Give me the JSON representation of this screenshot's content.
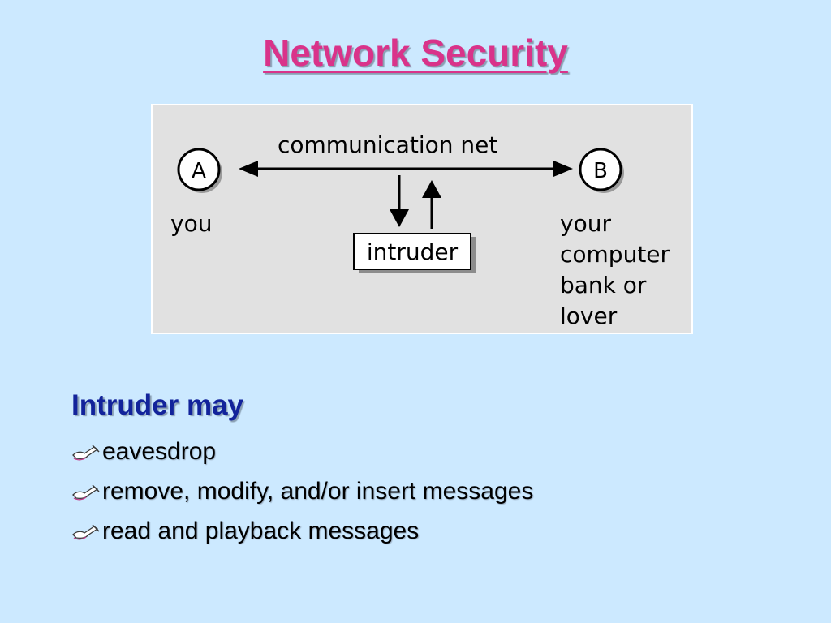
{
  "slide": {
    "title": "Network Security"
  },
  "diagram": {
    "network_label": "communication net",
    "node_a_letter": "A",
    "node_b_letter": "B",
    "label_you": "you",
    "label_right": [
      "your",
      "computer",
      "bank or",
      "lover"
    ],
    "intruder_label": "intruder"
  },
  "content": {
    "heading": "Intruder may",
    "bullets": [
      "eavesdrop",
      "remove, modify, and/or insert messages",
      "read and playback messages"
    ],
    "bullet_icon": "hand-writing-icon"
  },
  "colors": {
    "background": "#cce9ff",
    "title": "#d9338a",
    "heading": "#12239b"
  }
}
